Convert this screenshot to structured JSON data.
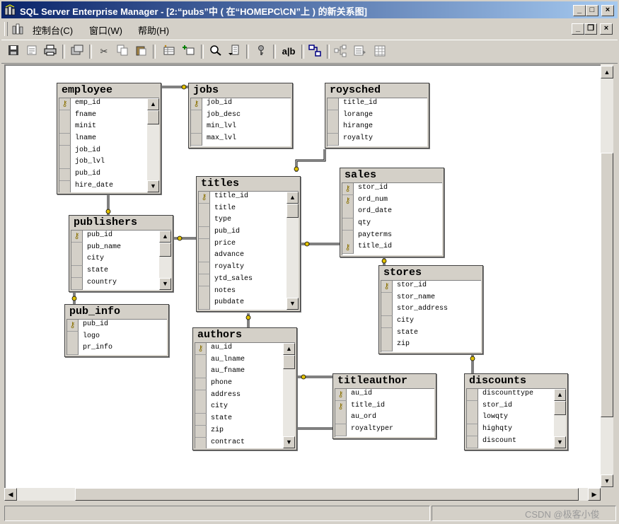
{
  "window": {
    "title": "SQL Server Enterprise Manager - [2:“pubs”中 ( 在“HOMEPC\\CN”上 ) 的新关系图]"
  },
  "caption_buttons": [
    "_",
    "□",
    "×"
  ],
  "menu": {
    "items": [
      "控制台(C)",
      "窗口(W)",
      "帮助(H)"
    ]
  },
  "mdi_buttons": [
    "_",
    "❐",
    "×"
  ],
  "toolbar": {
    "text_button": "a|b"
  },
  "watermark": "CSDN @极客小俊",
  "tables": [
    {
      "name": "employee",
      "columns": [
        {
          "name": "emp_id",
          "key": true
        },
        {
          "name": "fname",
          "key": false
        },
        {
          "name": "minit",
          "key": false
        },
        {
          "name": "lname",
          "key": false
        },
        {
          "name": "job_id",
          "key": false
        },
        {
          "name": "job_lvl",
          "key": false
        },
        {
          "name": "pub_id",
          "key": false
        },
        {
          "name": "hire_date",
          "key": false
        }
      ]
    },
    {
      "name": "jobs",
      "columns": [
        {
          "name": "job_id",
          "key": true
        },
        {
          "name": "job_desc",
          "key": false
        },
        {
          "name": "min_lvl",
          "key": false
        },
        {
          "name": "max_lvl",
          "key": false
        }
      ]
    },
    {
      "name": "roysched",
      "columns": [
        {
          "name": "title_id",
          "key": false
        },
        {
          "name": "lorange",
          "key": false
        },
        {
          "name": "hirange",
          "key": false
        },
        {
          "name": "royalty",
          "key": false
        }
      ]
    },
    {
      "name": "titles",
      "columns": [
        {
          "name": "title_id",
          "key": true
        },
        {
          "name": "title",
          "key": false
        },
        {
          "name": "type",
          "key": false
        },
        {
          "name": "pub_id",
          "key": false
        },
        {
          "name": "price",
          "key": false
        },
        {
          "name": "advance",
          "key": false
        },
        {
          "name": "royalty",
          "key": false
        },
        {
          "name": "ytd_sales",
          "key": false
        },
        {
          "name": "notes",
          "key": false
        },
        {
          "name": "pubdate",
          "key": false
        }
      ]
    },
    {
      "name": "sales",
      "columns": [
        {
          "name": "stor_id",
          "key": true
        },
        {
          "name": "ord_num",
          "key": true
        },
        {
          "name": "ord_date",
          "key": false
        },
        {
          "name": "qty",
          "key": false
        },
        {
          "name": "payterms",
          "key": false
        },
        {
          "name": "title_id",
          "key": true
        }
      ]
    },
    {
      "name": "publishers",
      "columns": [
        {
          "name": "pub_id",
          "key": true
        },
        {
          "name": "pub_name",
          "key": false
        },
        {
          "name": "city",
          "key": false
        },
        {
          "name": "state",
          "key": false
        },
        {
          "name": "country",
          "key": false
        }
      ]
    },
    {
      "name": "pub_info",
      "columns": [
        {
          "name": "pub_id",
          "key": true
        },
        {
          "name": "logo",
          "key": false
        },
        {
          "name": "pr_info",
          "key": false
        }
      ]
    },
    {
      "name": "stores",
      "columns": [
        {
          "name": "stor_id",
          "key": true
        },
        {
          "name": "stor_name",
          "key": false
        },
        {
          "name": "stor_address",
          "key": false
        },
        {
          "name": "city",
          "key": false
        },
        {
          "name": "state",
          "key": false
        },
        {
          "name": "zip",
          "key": false
        }
      ]
    },
    {
      "name": "authors",
      "columns": [
        {
          "name": "au_id",
          "key": true
        },
        {
          "name": "au_lname",
          "key": false
        },
        {
          "name": "au_fname",
          "key": false
        },
        {
          "name": "phone",
          "key": false
        },
        {
          "name": "address",
          "key": false
        },
        {
          "name": "city",
          "key": false
        },
        {
          "name": "state",
          "key": false
        },
        {
          "name": "zip",
          "key": false
        },
        {
          "name": "contract",
          "key": false
        }
      ]
    },
    {
      "name": "titleauthor",
      "columns": [
        {
          "name": "au_id",
          "key": true
        },
        {
          "name": "title_id",
          "key": true
        },
        {
          "name": "au_ord",
          "key": false
        },
        {
          "name": "royaltyper",
          "key": false
        }
      ]
    },
    {
      "name": "discounts",
      "columns": [
        {
          "name": "discounttype",
          "key": false
        },
        {
          "name": "stor_id",
          "key": false
        },
        {
          "name": "lowqty",
          "key": false
        },
        {
          "name": "highqty",
          "key": false
        },
        {
          "name": "discount",
          "key": false
        }
      ]
    }
  ]
}
